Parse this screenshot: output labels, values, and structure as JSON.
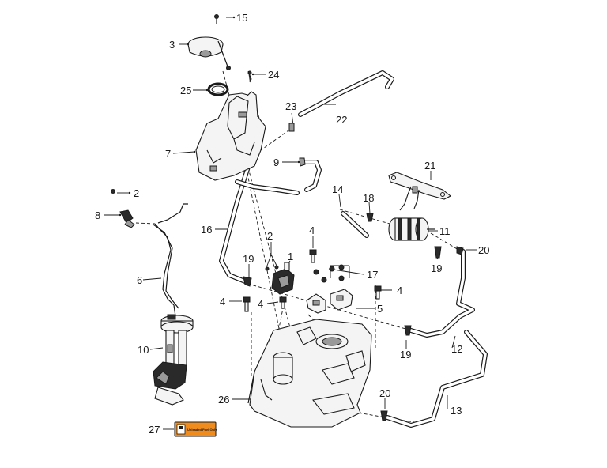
{
  "callouts": [
    {
      "id": "c15",
      "text": "15"
    },
    {
      "id": "c3",
      "text": "3"
    },
    {
      "id": "c24",
      "text": "24"
    },
    {
      "id": "c25",
      "text": "25"
    },
    {
      "id": "c23",
      "text": "23"
    },
    {
      "id": "c22",
      "text": "22"
    },
    {
      "id": "c7",
      "text": "7"
    },
    {
      "id": "c9",
      "text": "9"
    },
    {
      "id": "c21",
      "text": "21"
    },
    {
      "id": "c2a",
      "text": "2"
    },
    {
      "id": "c14",
      "text": "14"
    },
    {
      "id": "c18",
      "text": "18"
    },
    {
      "id": "c8",
      "text": "8"
    },
    {
      "id": "c16",
      "text": "16"
    },
    {
      "id": "c11",
      "text": "11"
    },
    {
      "id": "c20a",
      "text": "20"
    },
    {
      "id": "c2b",
      "text": "2"
    },
    {
      "id": "c4a",
      "text": "4"
    },
    {
      "id": "c19a",
      "text": "19"
    },
    {
      "id": "c1",
      "text": "1"
    },
    {
      "id": "c19b",
      "text": "19"
    },
    {
      "id": "c17",
      "text": "17"
    },
    {
      "id": "c6",
      "text": "6"
    },
    {
      "id": "c4b",
      "text": "4"
    },
    {
      "id": "c4c",
      "text": "4"
    },
    {
      "id": "c4d",
      "text": "4"
    },
    {
      "id": "c5",
      "text": "5"
    },
    {
      "id": "c10",
      "text": "10"
    },
    {
      "id": "c19c",
      "text": "19"
    },
    {
      "id": "c12",
      "text": "12"
    },
    {
      "id": "c26",
      "text": "26"
    },
    {
      "id": "c20b",
      "text": "20"
    },
    {
      "id": "c13",
      "text": "13"
    },
    {
      "id": "c27",
      "text": "27"
    }
  ],
  "decal": {
    "text": "Unleaded Fuel Only",
    "color": "#f08c1e"
  }
}
